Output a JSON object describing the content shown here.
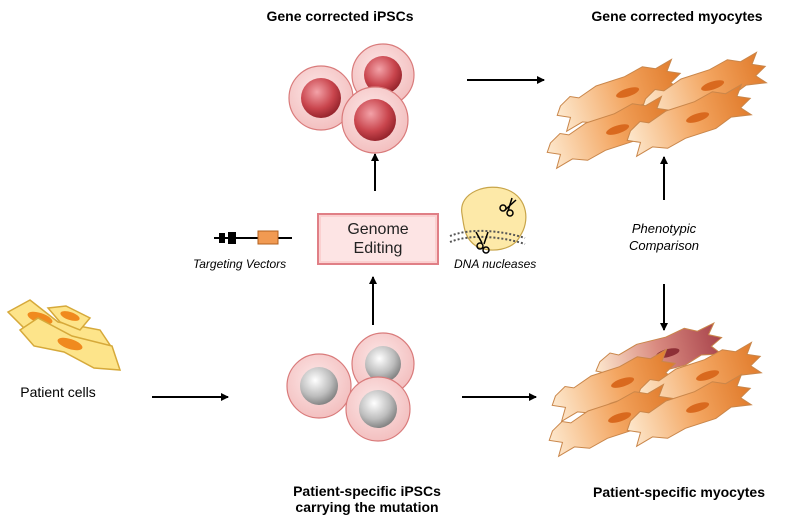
{
  "titles": {
    "gene_corrected_ipscs": "Gene corrected iPSCs",
    "gene_corrected_myocytes": "Gene corrected myocytes",
    "patient_specific_ipscs_line1": "Patient-specific iPSCs",
    "patient_specific_ipscs_line2": "carrying the mutation",
    "patient_specific_myocytes": "Patient-specific myocytes",
    "patient_cells": "Patient cells"
  },
  "genome_editing": {
    "line1": "Genome",
    "line2": "Editing"
  },
  "targeting_vectors": "Targeting Vectors",
  "dna_nucleases": "DNA nucleases",
  "phenotypic_comparison": {
    "line1": "Phenotypic",
    "line2": "Comparison"
  },
  "colors": {
    "ipsc_corrected_ring": "#f4c4c4",
    "ipsc_corrected_nucleus": "#c9454d",
    "ipsc_patient_nucleus": "#9a9a9a",
    "myocyte_orange": "#e98a3a",
    "myocyte_light": "#fbe2c4",
    "myocyte_diseased": "#b3545a",
    "patient_cell_fill": "#fde48a",
    "patient_cell_nucleus": "#f08a1e",
    "nuclease_fill": "#fde9a8",
    "box_border": "#e07f86"
  }
}
